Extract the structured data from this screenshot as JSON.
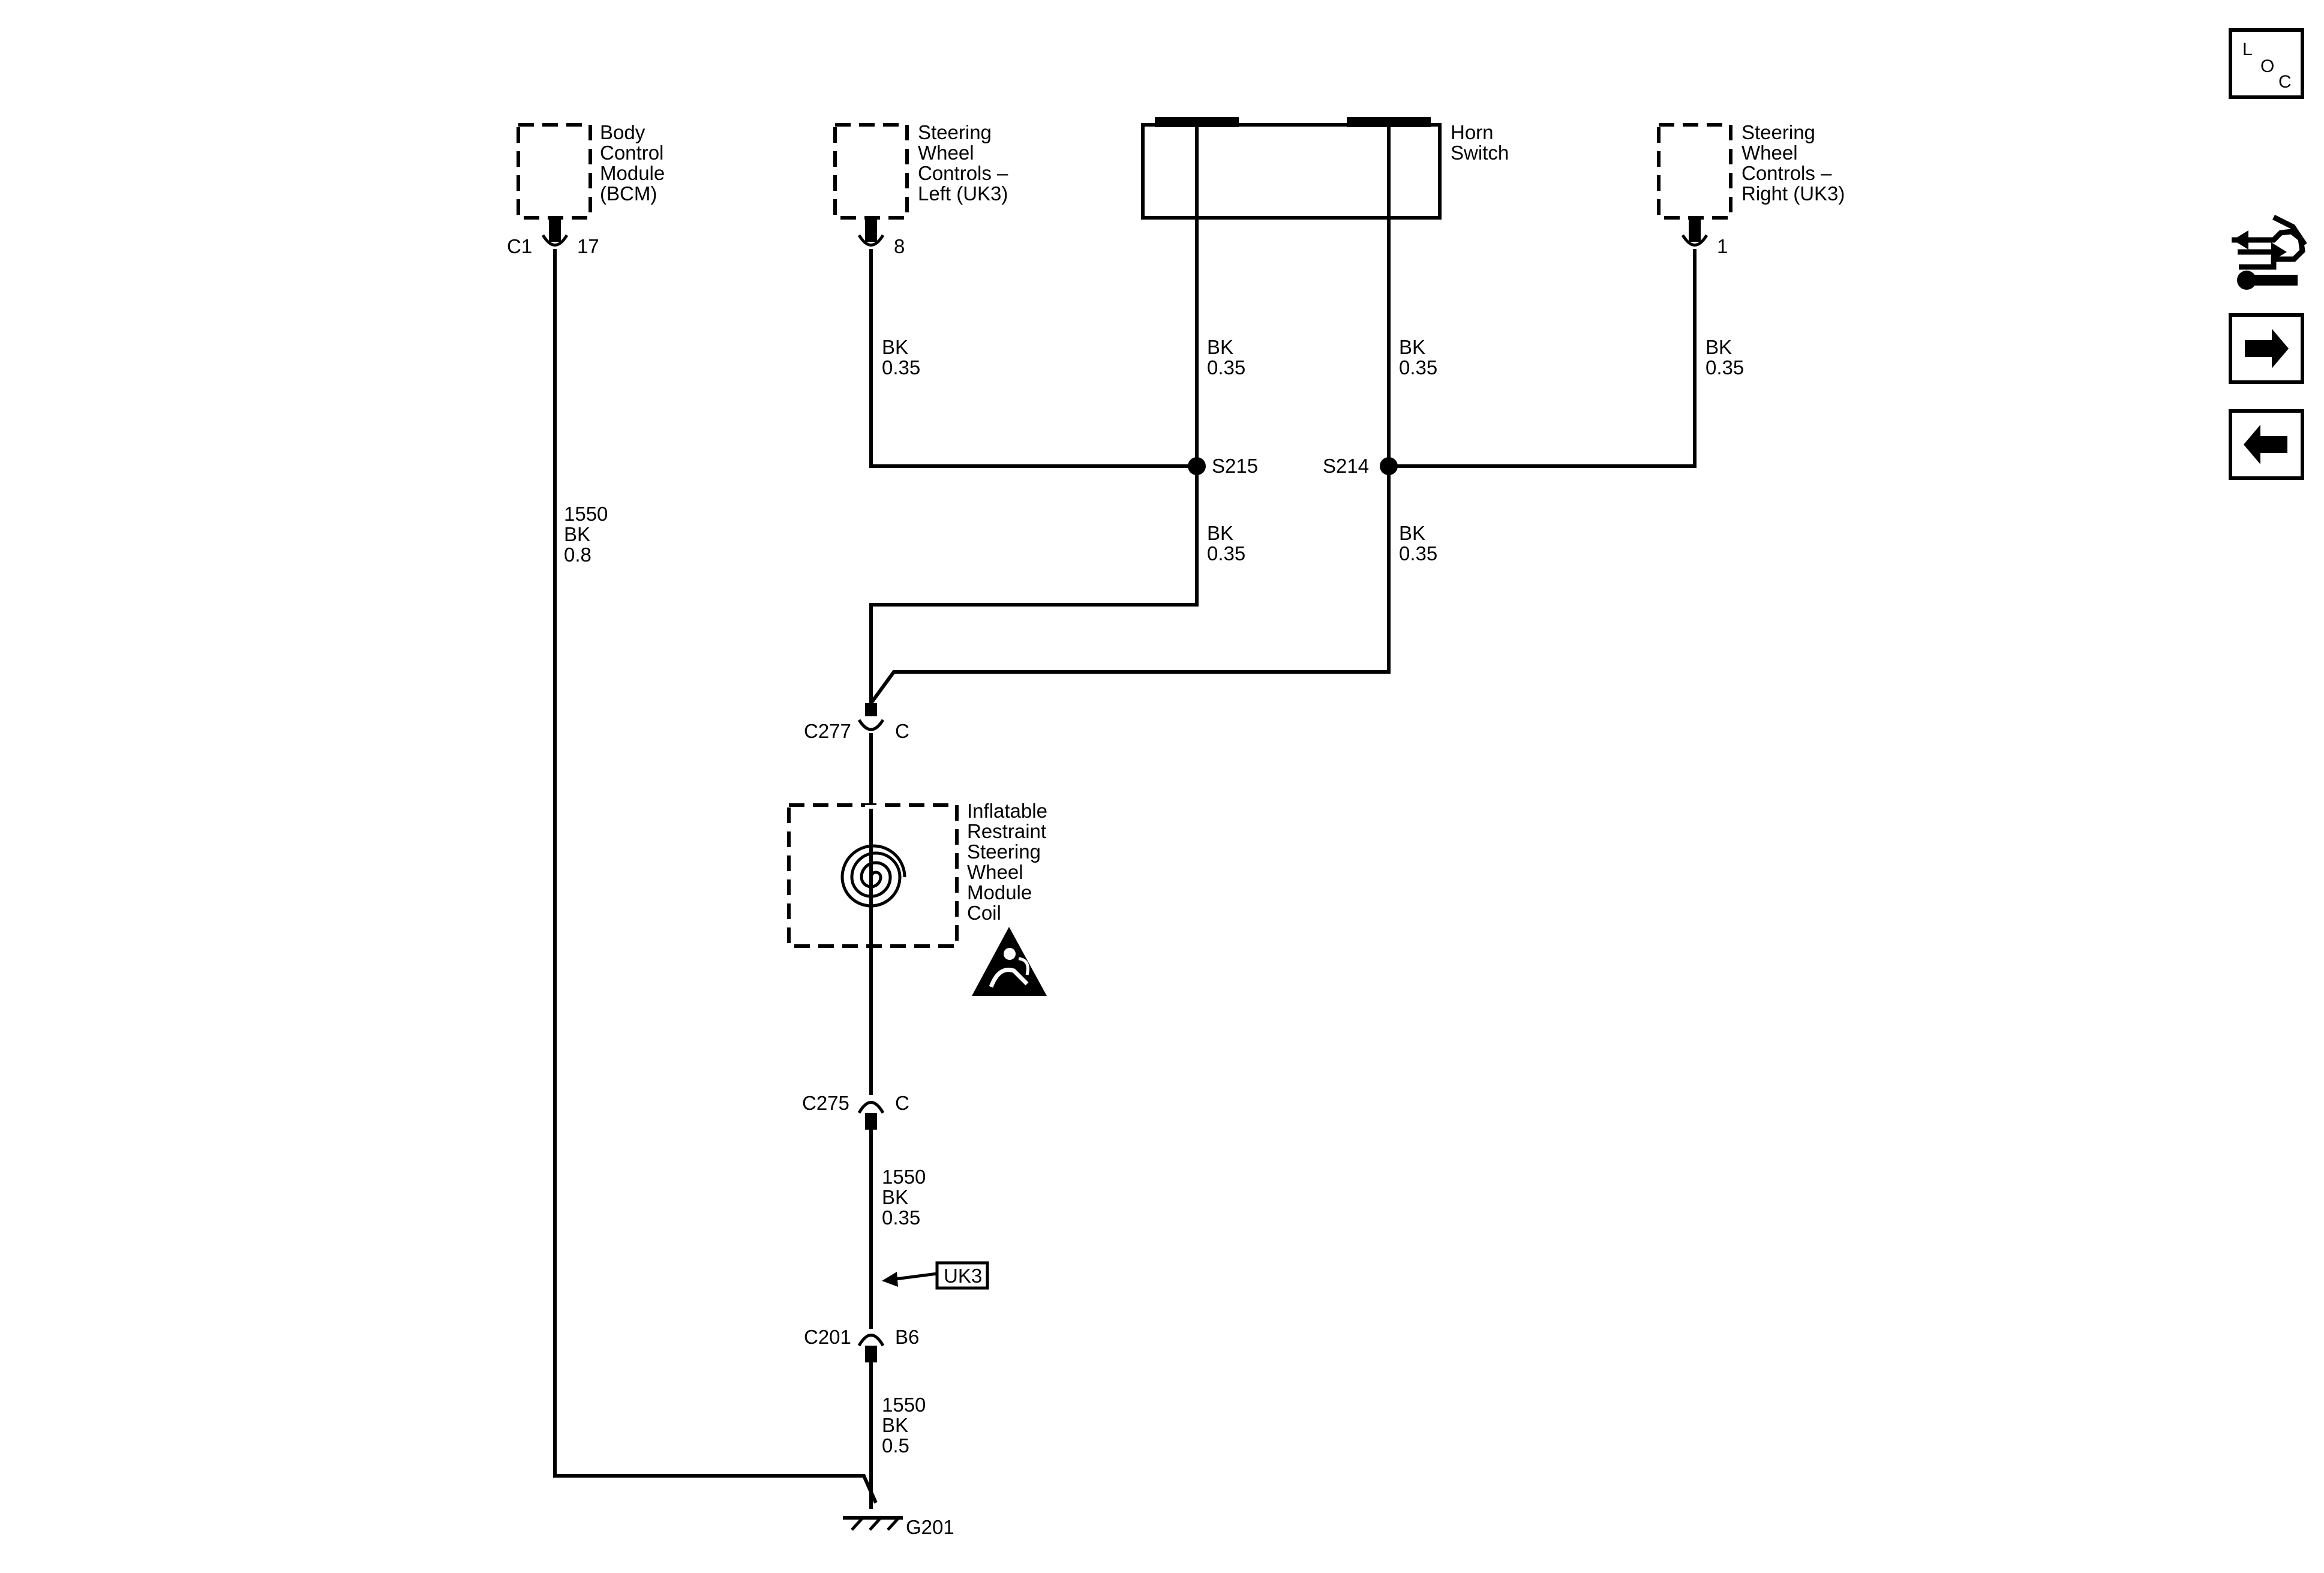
{
  "components": {
    "bcm": {
      "lines": [
        "Body",
        "Control",
        "Module",
        "(BCM)"
      ]
    },
    "swc_left": {
      "lines": [
        "Steering",
        "Wheel",
        "Controls –",
        "Left (UK3)"
      ]
    },
    "horn": {
      "lines": [
        "Horn",
        "Switch"
      ]
    },
    "swc_right": {
      "lines": [
        "Steering",
        "Wheel",
        "Controls –",
        "Right (UK3)"
      ]
    },
    "coil": {
      "lines": [
        "Inflatable",
        "Restraint",
        "Steering",
        "Wheel",
        "Module",
        "Coil"
      ]
    }
  },
  "connectors": {
    "bcm": {
      "name": "C1",
      "pin": "17"
    },
    "swc_left": {
      "pin": "8"
    },
    "swc_right": {
      "pin": "1"
    },
    "c277": {
      "name": "C277",
      "pin": "C"
    },
    "c275": {
      "name": "C275",
      "pin": "C"
    },
    "c201": {
      "name": "C201",
      "pin": "B6"
    }
  },
  "splices": {
    "s215": "S215",
    "s214": "S214"
  },
  "ground": {
    "name": "G201"
  },
  "wires": {
    "bcm_ground": [
      "1550",
      "BK",
      "0.8"
    ],
    "swc_left": [
      "BK",
      "0.35"
    ],
    "horn_left": [
      "BK",
      "0.35"
    ],
    "horn_right": [
      "BK",
      "0.35"
    ],
    "swc_right": [
      "BK",
      "0.35"
    ],
    "s215_down": [
      "BK",
      "0.35"
    ],
    "s214_down": [
      "BK",
      "0.35"
    ],
    "c275_c201": [
      "1550",
      "BK",
      "0.35"
    ],
    "c201_ground": [
      "1550",
      "BK",
      "0.5"
    ]
  },
  "option_tag": {
    "label": "UK3"
  },
  "nav": {
    "loc_button": {
      "letters": [
        "L",
        "O",
        "C"
      ]
    }
  },
  "icons": {
    "airbag_warning": "airbag-warning-icon",
    "clock_spring": "clock-spring-icon",
    "component_view": "component-locator-icon",
    "next": "arrow-right-icon",
    "prev": "arrow-left-icon"
  }
}
